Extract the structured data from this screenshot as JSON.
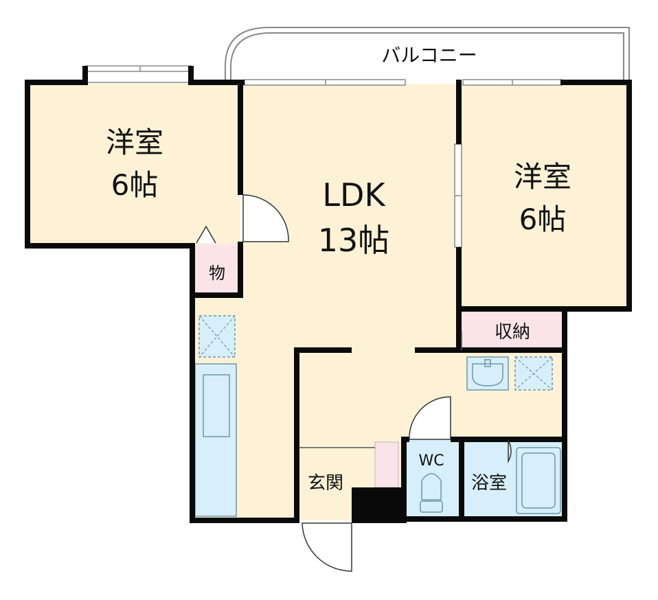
{
  "rooms": {
    "western_left": {
      "name": "洋室",
      "size": "6帖"
    },
    "ldk": {
      "name": "LDK",
      "size": "13帖"
    },
    "western_right": {
      "name": "洋室",
      "size": "6帖"
    },
    "storage_small": {
      "name": "物"
    },
    "closet": {
      "name": "収納"
    },
    "wc": {
      "name": "WC"
    },
    "bath": {
      "name": "浴室"
    },
    "entrance": {
      "name": "玄関"
    },
    "balcony": {
      "name": "バルコニー"
    }
  },
  "colors": {
    "room_fill": "#fdf2d6",
    "storage_fill": "#fbe3ea",
    "wet_fill": "#d7effa",
    "wall": "#0a0a0a",
    "fixture_line": "#6f95a8"
  }
}
